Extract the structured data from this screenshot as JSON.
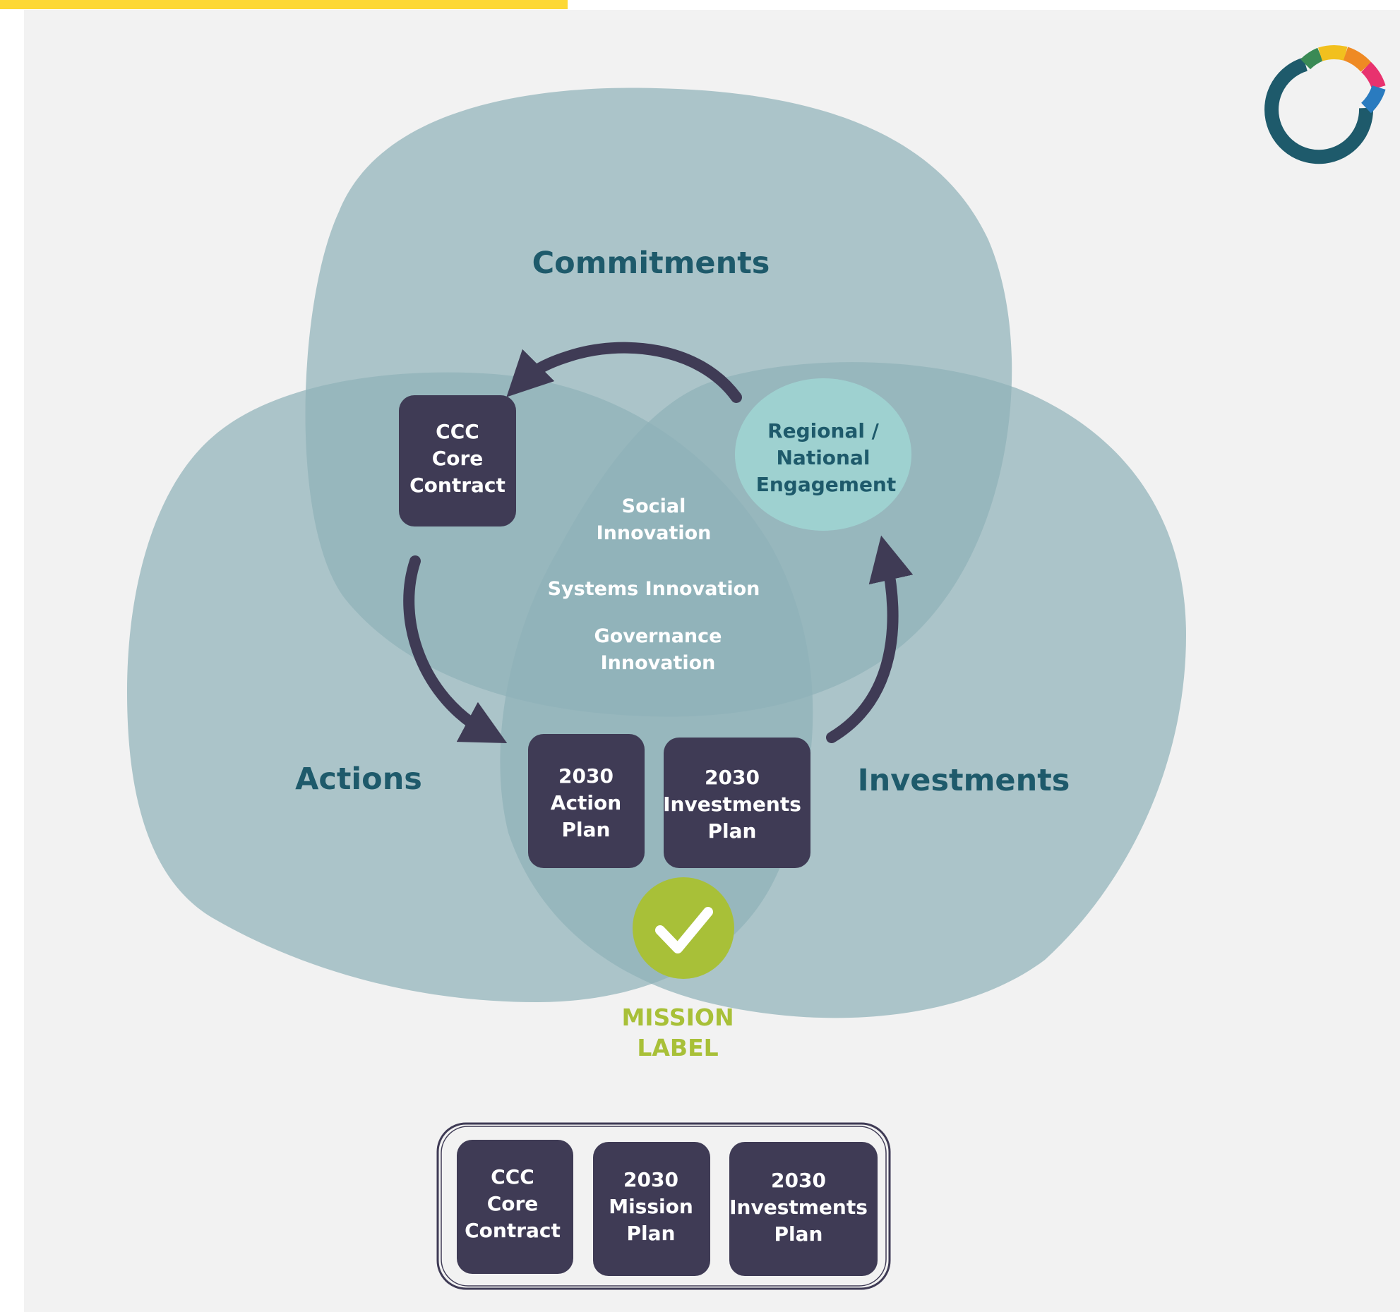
{
  "circles": {
    "commitments": "Commitments",
    "actions": "Actions",
    "investments": "Investments"
  },
  "center": {
    "line1a": "Social",
    "line1b": "Innovation",
    "line2": "Systems Innovation",
    "line3a": "Governance",
    "line3b": "Innovation"
  },
  "boxes": {
    "core": [
      "CCC",
      "Core",
      "Contract"
    ],
    "action_plan": [
      "2030",
      "Action",
      "Plan"
    ],
    "investments_plan": [
      "2030",
      "Investments",
      "Plan"
    ]
  },
  "engagement": [
    "Regional /",
    "National",
    "Engagement"
  ],
  "mission_label": [
    "MISSION",
    "LABEL"
  ],
  "bundle": {
    "core": [
      "CCC",
      "Core",
      "Contract"
    ],
    "mission_plan": [
      "2030",
      "Mission",
      "Plan"
    ],
    "investments_plan": [
      "2030",
      "Investments",
      "Plan"
    ]
  },
  "colors": {
    "circle_fill": "#8fb1b9",
    "box_fill": "#3f3b55",
    "engagement_fill": "#9ed1d0",
    "mission_green": "#a8c038",
    "title_color": "#1e5a6b",
    "logo_segments": [
      "#1e5a6b",
      "#3a8a55",
      "#f2c01e",
      "#ef8a24",
      "#e8326e",
      "#2a7bbf"
    ]
  },
  "icons": {
    "check": "check-icon",
    "logo": "ring-logo-icon"
  }
}
